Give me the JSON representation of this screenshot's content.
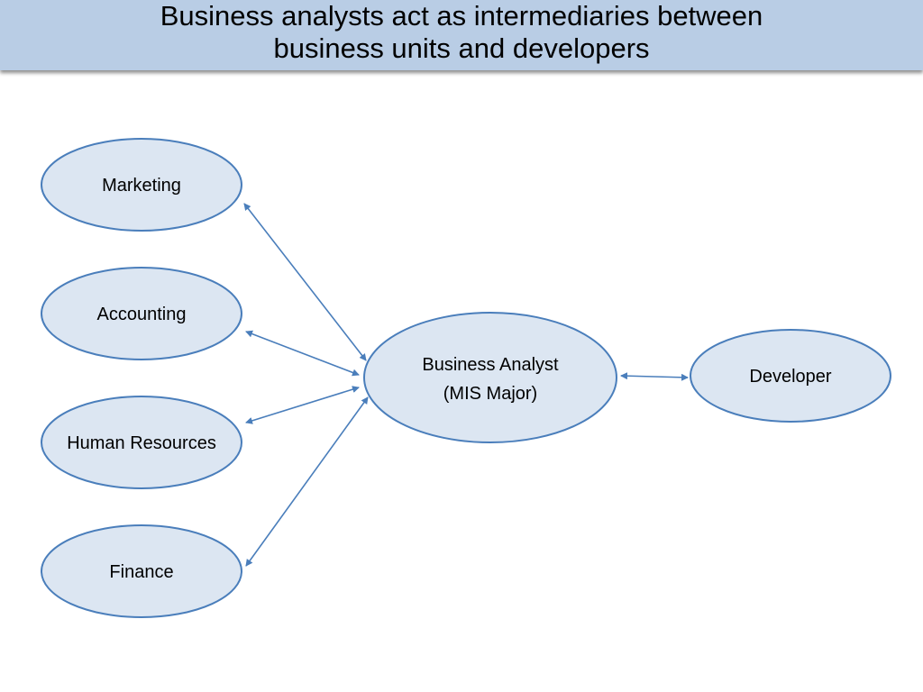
{
  "title": "Business analysts act as intermediaries between\nbusiness units and developers",
  "colors": {
    "banner": "#b9cde5",
    "node_fill": "#dce6f2",
    "node_stroke": "#4a7ebb",
    "connector": "#4a7ebb"
  },
  "nodes": {
    "marketing": {
      "label": "Marketing"
    },
    "accounting": {
      "label": "Accounting"
    },
    "human_resources": {
      "label": "Human Resources"
    },
    "finance": {
      "label": "Finance"
    },
    "business_analyst": {
      "label_line1": "Business Analyst",
      "label_line2": "(MIS Major)"
    },
    "developer": {
      "label": "Developer"
    }
  }
}
